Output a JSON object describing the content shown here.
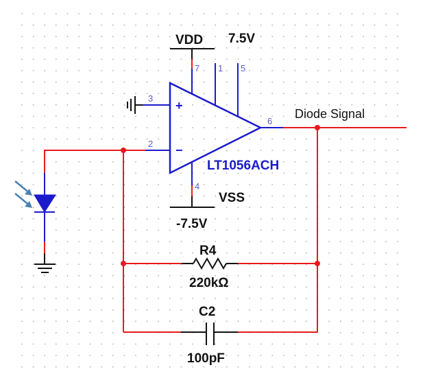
{
  "schematic": {
    "colors": {
      "wire": "#e8191b",
      "component": "#1a1acc",
      "pin_label": "#5a5ad0",
      "lead": "#111111",
      "light_arrows": "#4a7fb5",
      "grid_dot": "#b0b0b0",
      "background": "#ffffff"
    },
    "opamp": {
      "part_name": "LT1056ACH",
      "pins": {
        "noninverting": "3",
        "inverting": "2",
        "output": "6",
        "vplus": "7",
        "pin1": "1",
        "pin5": "5",
        "vminus": "4"
      },
      "plus_sign": "+",
      "minus_sign": "−"
    },
    "vdd": {
      "name": "VDD",
      "value": "7.5V"
    },
    "vss": {
      "name": "VSS",
      "value": "-7.5V"
    },
    "net_label": "Diode Signal",
    "resistor": {
      "ref": "R4",
      "value": "220kΩ"
    },
    "capacitor": {
      "ref": "C2",
      "value": "100pF"
    },
    "photodiode": {
      "type": "photodiode"
    },
    "grounds": [
      "ground-pin3",
      "ground-photodiode"
    ]
  }
}
